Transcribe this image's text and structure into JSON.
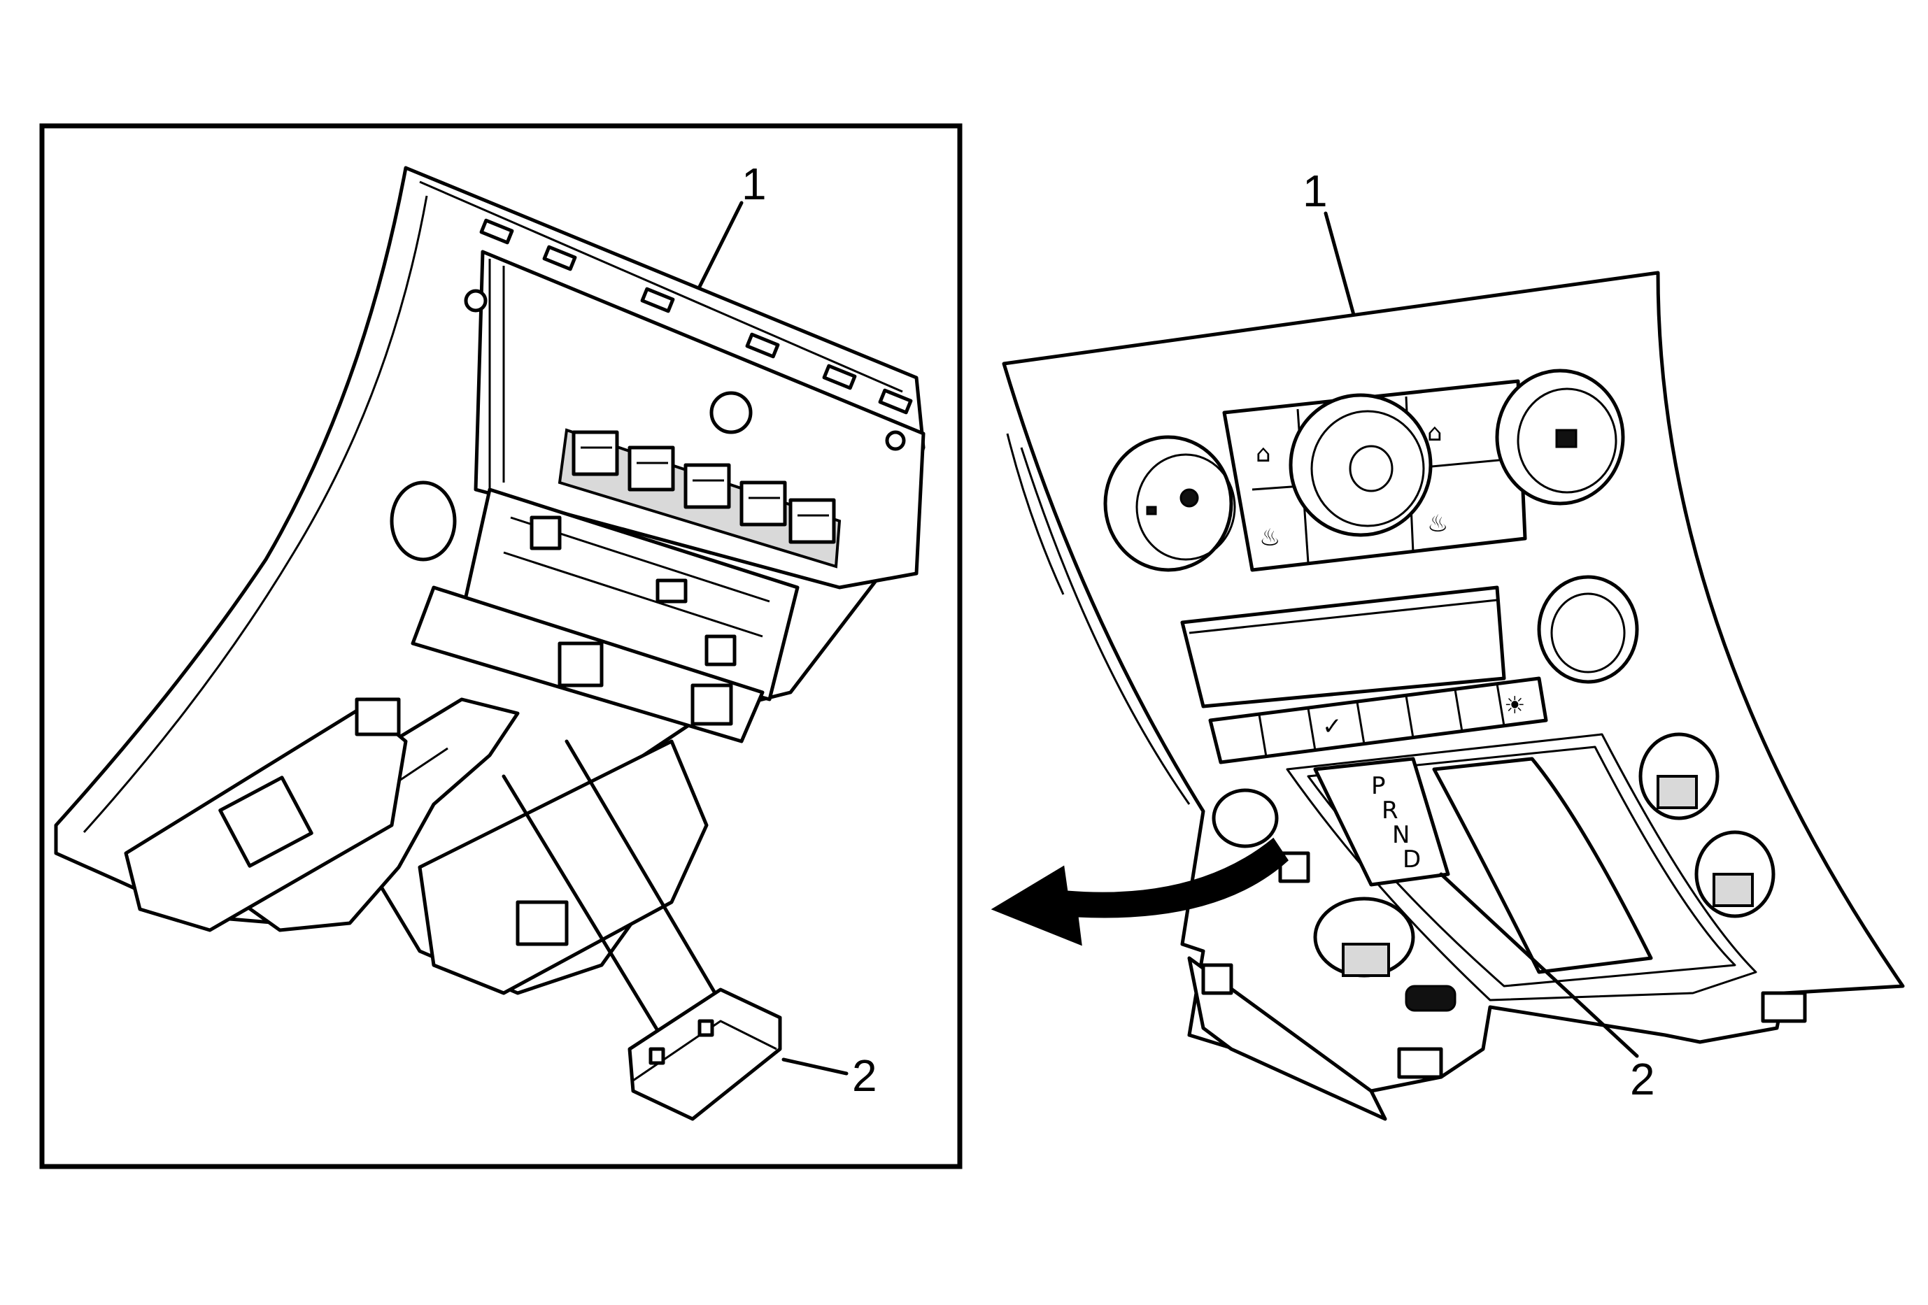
{
  "callouts": {
    "left_panel_label": "1",
    "left_module_label": "2",
    "right_panel_label": "1",
    "right_module_label": "2"
  },
  "shifter_letters": [
    "P",
    "R",
    "N",
    "D"
  ],
  "icons": [
    "arrow-icon",
    "knob-icon",
    "seat-heater-icon",
    "shifter-indicator-icon",
    "hazard-switch-icon"
  ]
}
